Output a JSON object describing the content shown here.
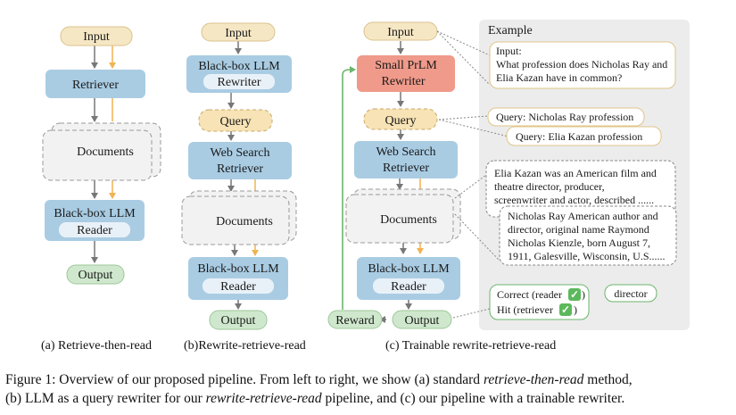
{
  "panel_a": {
    "input": "Input",
    "retriever": "Retriever",
    "documents": "Documents",
    "reader_llm": "Black-box LLM",
    "reader": "Reader",
    "output": "Output",
    "caption": "(a) Retrieve-then-read"
  },
  "panel_b": {
    "input": "Input",
    "rewriter_llm": "Black-box LLM",
    "rewriter": "Rewriter",
    "query": "Query",
    "web_search": "Web Search",
    "retriever": "Retriever",
    "documents": "Documents",
    "reader_llm": "Black-box LLM",
    "reader": "Reader",
    "output": "Output",
    "caption": "(b)Rewrite-retrieve-read"
  },
  "panel_c": {
    "input": "Input",
    "small_prlm": "Small PrLM",
    "rewriter": "Rewriter",
    "query": "Query",
    "web_search": "Web Search",
    "retriever": "Retriever",
    "documents": "Documents",
    "reader_llm": "Black-box LLM",
    "reader": "Reader",
    "reward": "Reward",
    "output": "Output",
    "caption": "(c) Trainable rewrite-retrieve-read"
  },
  "example": {
    "title": "Example",
    "input_label": "Input:",
    "input_line1": "What profession does Nicholas Ray and",
    "input_line2": "Elia Kazan have in common?",
    "query1": "Query: Nicholas Ray profession",
    "query2": "Query: Elia Kazan profession",
    "doc1_line1": "Elia Kazan was an American film and",
    "doc1_line2": "theatre director, producer,",
    "doc1_line3": "screenwriter and actor, described  ......",
    "doc2_line1": "Nicholas Ray American author and",
    "doc2_line2": "director, original name Raymond",
    "doc2_line3": "Nicholas Kienzle, born August 7,",
    "doc2_line4": "1911, Galesville, Wisconsin, U.S......",
    "correct": "Correct (reader",
    "hit": "Hit (retriever",
    "check": "✓",
    "close_paren": ")",
    "answer": "director"
  },
  "caption": {
    "lead": "Figure 1:  Overview of our proposed pipeline. From left to right, we show (a) standard ",
    "em1": "retrieve-then-read",
    "mid1": " method,",
    "line2_a": "(b) LLM as a query rewriter for our ",
    "em2": "rewrite-retrieve-read",
    "line2_b": " pipeline, and (c) our pipeline with a trainable rewriter."
  },
  "colors": {
    "input_fill": "#f6e7c4",
    "block_fill": "#a9cce3",
    "reader_inner": "#e9f1f8",
    "rewriter_red": "#ef9a8a",
    "query_fill": "#f7e3b5",
    "doc_fill": "#f2f2f2",
    "output_fill": "#cfe8cd",
    "example_bg": "#ececec",
    "orange_arrow": "#f1b351",
    "green_arrow": "#6bb56b"
  }
}
